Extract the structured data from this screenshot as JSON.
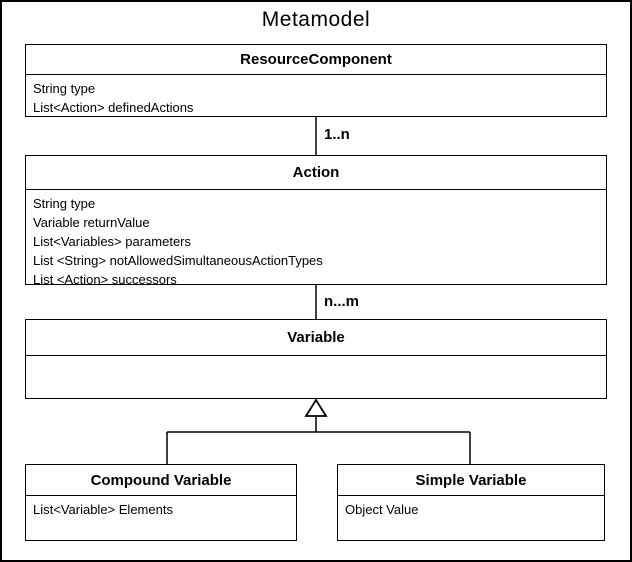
{
  "diagram": {
    "title": "Metamodel",
    "classes": {
      "resource_component": {
        "name": "ResourceComponent",
        "attributes": [
          "String type",
          "List<Action> definedActions"
        ]
      },
      "action": {
        "name": "Action",
        "attributes": [
          "String type",
          "Variable returnValue",
          "List<Variables> parameters",
          "List <String> notAllowedSimultaneousActionTypes",
          "List <Action> successors"
        ]
      },
      "variable": {
        "name": "Variable",
        "attributes": []
      },
      "compound_variable": {
        "name": "Compound Variable",
        "attributes": [
          "List<Variable> Elements"
        ]
      },
      "simple_variable": {
        "name": "Simple Variable",
        "attributes": [
          "Object Value"
        ]
      }
    },
    "relations": {
      "resource_action_multiplicity": "1..n",
      "action_variable_multiplicity": "n...m"
    },
    "colors": {
      "line": "#000000",
      "background": "#ffffff"
    }
  }
}
